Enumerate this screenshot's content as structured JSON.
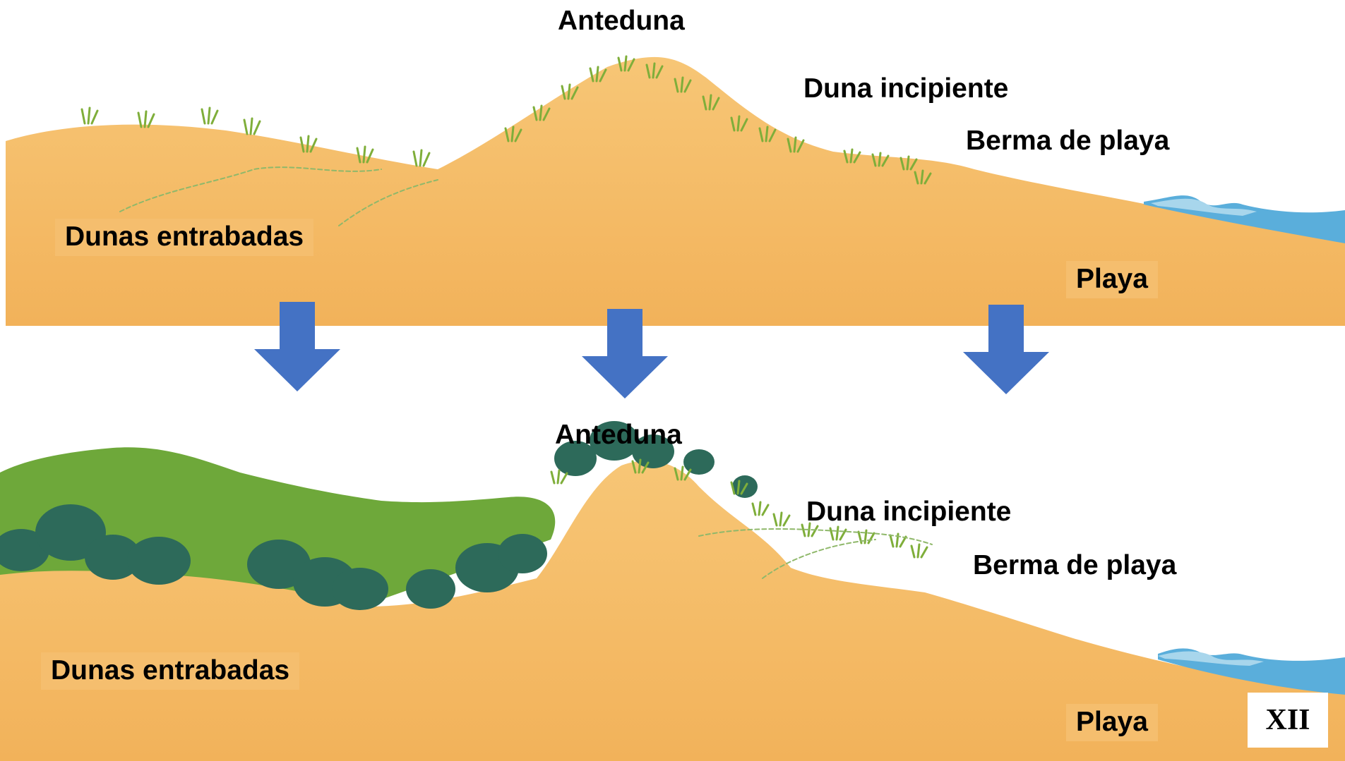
{
  "top": {
    "anteduna": "Anteduna",
    "duna_incipiente": "Duna incipiente",
    "berma": "Berma de playa",
    "dunas_entrabadas": "Dunas entrabadas",
    "playa": "Playa"
  },
  "bottom": {
    "anteduna": "Anteduna",
    "duna_incipiente": "Duna incipiente",
    "berma": "Berma de playa",
    "dunas_entrabadas": "Dunas entrabadas",
    "playa": "Playa"
  },
  "badge": "XII",
  "colors": {
    "sand": "#f5b963",
    "sand_light": "#f9cf86",
    "water": "#5aaedb",
    "water_light": "#a8d6ec",
    "grass": "#7fae3a",
    "shrub_dark": "#2d6a5a",
    "shrub_light": "#6ea83a",
    "arrow": "#4472c4"
  },
  "arrows": [
    "arrow-down-icon",
    "arrow-down-icon",
    "arrow-down-icon"
  ]
}
